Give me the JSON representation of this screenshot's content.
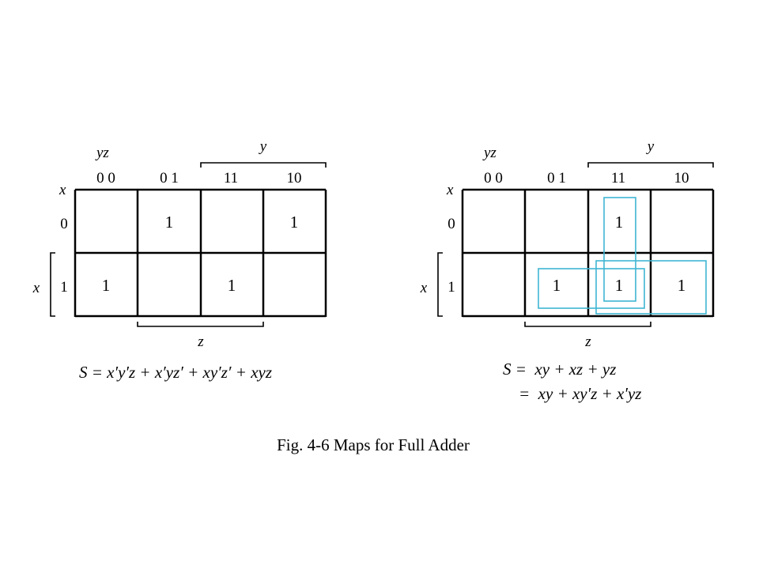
{
  "caption": "Fig. 4-6  Maps for Full Adder",
  "colors": {
    "ink": "#000000",
    "group_outline": "#3fb6d3"
  },
  "maps": [
    {
      "row_var": "x",
      "col_vars": "yz",
      "col_headers": [
        "0 0",
        "0 1",
        "11",
        "10"
      ],
      "row_headers": [
        "0",
        "1"
      ],
      "col_brace_var": "y",
      "row_brace_var": "x",
      "bottom_brace_var": "z",
      "cells": [
        [
          "",
          "1",
          "",
          "1"
        ],
        [
          "1",
          "",
          "1",
          ""
        ]
      ],
      "equation_lines": [
        "S = x′y′z + x′yz′ + xy′z′ + xyz"
      ],
      "groups": []
    },
    {
      "row_var": "x",
      "col_vars": "yz",
      "col_headers": [
        "0 0",
        "0 1",
        "11",
        "10"
      ],
      "row_headers": [
        "0",
        "1"
      ],
      "col_brace_var": "y",
      "row_brace_var": "x",
      "bottom_brace_var": "z",
      "cells": [
        [
          "",
          "",
          "1",
          ""
        ],
        [
          "",
          "1",
          "1",
          "1"
        ]
      ],
      "equation_lines": [
        "S =  xy + xz + yz",
        "=  xy + xy′z + x′yz"
      ],
      "groups": [
        {
          "term": "yz",
          "cells": [
            [
              0,
              2
            ],
            [
              1,
              2
            ]
          ]
        },
        {
          "term": "xz",
          "cells": [
            [
              1,
              1
            ],
            [
              1,
              2
            ]
          ]
        },
        {
          "term": "xy",
          "cells": [
            [
              1,
              2
            ],
            [
              1,
              3
            ]
          ]
        }
      ]
    }
  ]
}
